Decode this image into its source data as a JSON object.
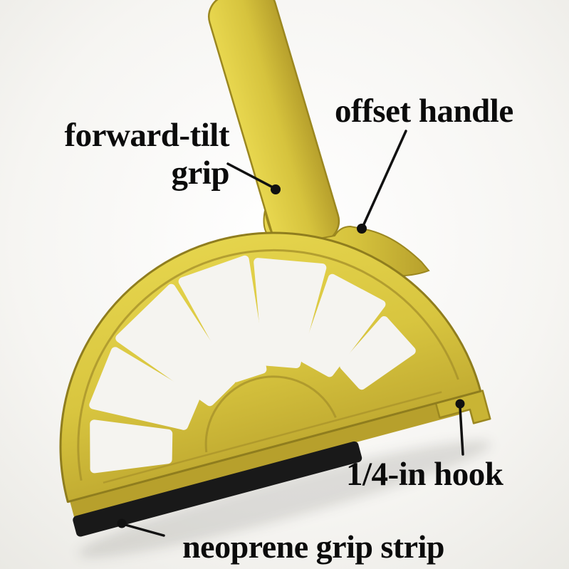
{
  "image": {
    "type": "annotated-product-photo",
    "subject": "yellow scraper tool with offset handle, fan-ribbed half-round body, hook and neoprene grip strip"
  },
  "labels": {
    "forward_tilt_grip": {
      "line1": "forward-tilt",
      "line2": "grip"
    },
    "offset_handle": {
      "text": "offset handle"
    },
    "quarter_inch_hook": {
      "text": "1/4-in hook"
    },
    "neoprene_grip_strip": {
      "text": "neoprene grip strip"
    }
  },
  "colors": {
    "tool_body_yellow": "#d8c53f",
    "tool_body_yellow_light": "#e5d44c",
    "tool_edge_dark_yellow": "#a8922a",
    "tool_side_face_yellow": "#b7a02c",
    "grip_strip_black": "#191919",
    "leader_line_black": "#111111",
    "label_text": "#0b0b0b",
    "background": "#f6f5f2"
  }
}
